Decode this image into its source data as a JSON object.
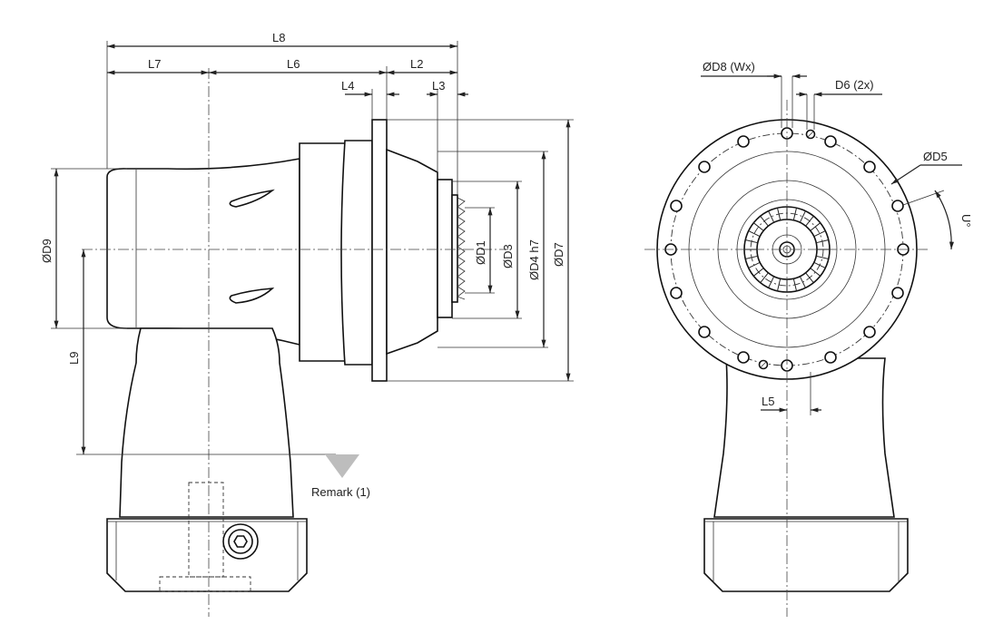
{
  "labels": {
    "L8": "L8",
    "L7": "L7",
    "L6": "L6",
    "L2": "L2",
    "L4": "L4",
    "L3": "L3",
    "D9": "ØD9",
    "L9": "L9",
    "D1": "ØD1",
    "D3": "ØD3",
    "D4": "ØD4 h7",
    "D7": "ØD7",
    "remark": "Remark (1)",
    "D8": "ØD8 (Wx)",
    "D6": "D6 (2x)",
    "D5": "ØD5",
    "U": "U°",
    "L5": "L5"
  },
  "colors": {
    "line": "#222222",
    "remark_marker": "#bdbdbd",
    "background": "#ffffff"
  },
  "icons": {
    "remark_marker": "inverted-triangle",
    "socket": "hex-socket"
  }
}
